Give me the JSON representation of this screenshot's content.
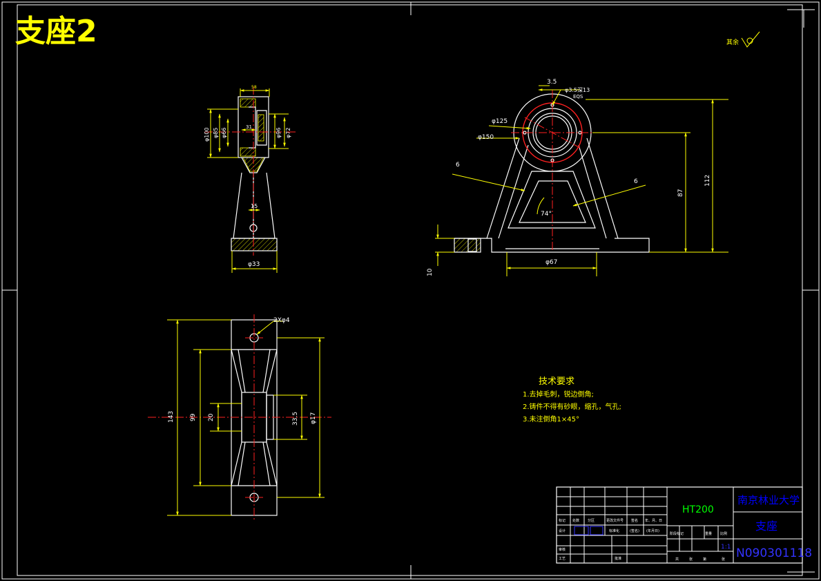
{
  "drawing": {
    "title": "支座2",
    "surface_mark": "其余",
    "side_view": {
      "dims": [
        "φ100",
        "φ85",
        "φ66",
        "31",
        "φ96",
        "φ72",
        "15",
        "φ33"
      ]
    },
    "front_view": {
      "dims": [
        "3.5",
        "φ3.5深13",
        "EQS",
        "φ125",
        "φ150",
        "6",
        "6",
        "74°",
        "87",
        "112",
        "φ67",
        "10"
      ]
    },
    "top_view": {
      "dims": [
        "2Xφ4",
        "143",
        "99",
        "20",
        "33.5",
        "φ17"
      ]
    },
    "technical_requirements": {
      "heading": "技术要求",
      "items": [
        "1.去掉毛刺，锐边倒角;",
        "2.铸件不得有砂眼，缩孔，气孔;",
        "3.未注倒角1×45°"
      ]
    }
  },
  "title_block": {
    "material": "HT200",
    "school": "南京林业大学",
    "part_name": "支座",
    "drawing_number": "N090301118",
    "row_labels": [
      "标记",
      "处数",
      "分区",
      "更改文件号",
      "签名",
      "年、月、日"
    ],
    "design_label": "设计",
    "standardize_label": "标准化",
    "signature_label": "(签名)",
    "date_label": "(年月日)",
    "stage_labels": [
      "阶段标记",
      "重量",
      "比例"
    ],
    "scale": "1:1",
    "sheet_labels": [
      "共",
      "张",
      "第",
      "张"
    ],
    "review_label": "审核",
    "process_label": "工艺",
    "approve_label": "批准",
    "designer_name": "",
    "design_date": ""
  },
  "colors": {
    "background": "#000000",
    "frame": "#ffffff",
    "dimension": "#ffff00",
    "centerline": "#ff2020",
    "material_text": "#00ff00",
    "school_text": "#0000ff",
    "drawing_number_text": "#3333ff"
  }
}
